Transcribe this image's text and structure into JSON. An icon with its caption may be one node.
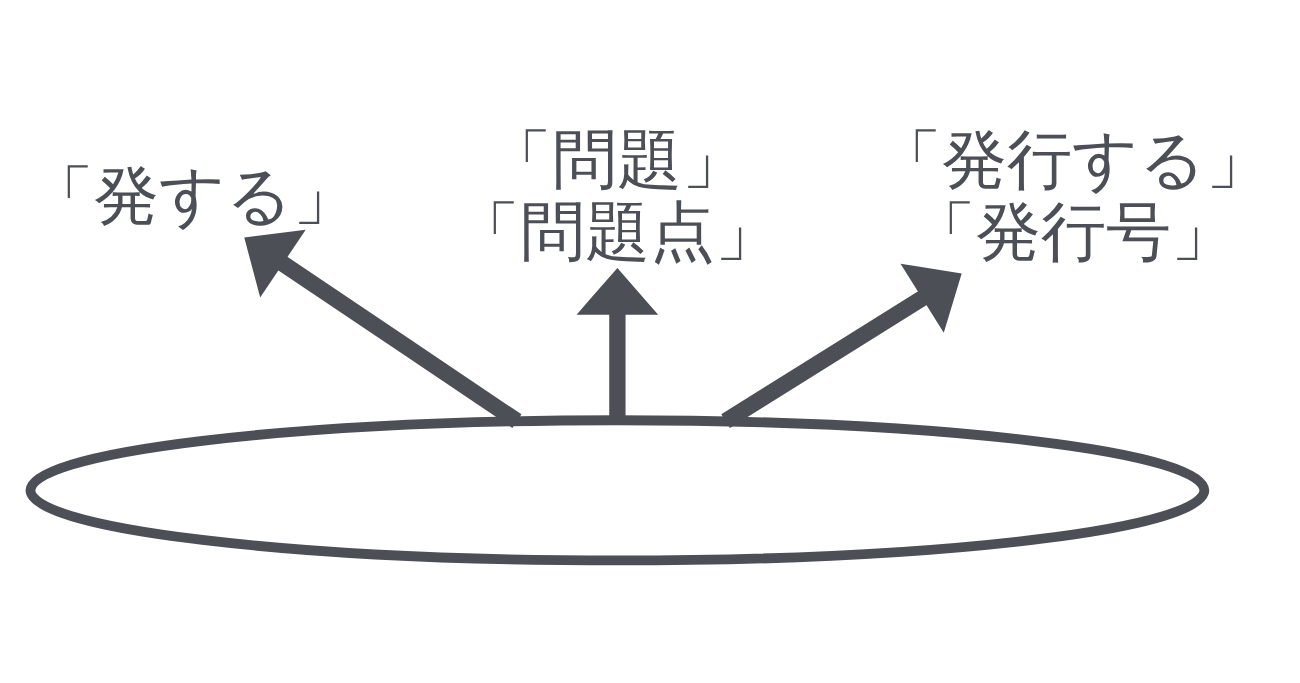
{
  "diagram": {
    "nodes": [
      {
        "text": [],
        "shape": "ellipse"
      },
      {
        "text": [
          "「発する」"
        ]
      },
      {
        "text": [
          "「問題」",
          "「問題点」"
        ]
      },
      {
        "text": [
          "「発行する」",
          "「発行号」"
        ]
      }
    ],
    "edges": [
      {
        "from": 0,
        "to": 1,
        "arrow": "to"
      },
      {
        "from": 0,
        "to": 2,
        "arrow": "to"
      },
      {
        "from": 0,
        "to": 3,
        "arrow": "to"
      }
    ]
  }
}
